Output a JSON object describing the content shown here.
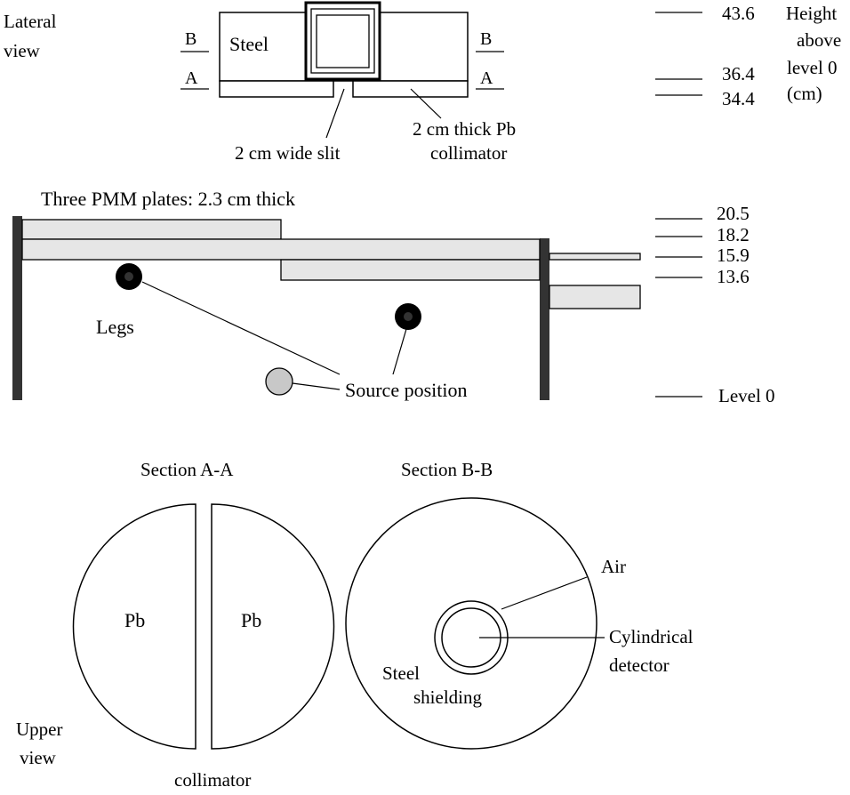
{
  "lateral_view": {
    "title_line1": "Lateral",
    "title_line2": "view",
    "steel_label": "Steel",
    "section_left_top": "B",
    "section_left_bottom": "A",
    "section_right_top": "B",
    "section_right_bottom": "A",
    "slit_label": "2 cm wide slit",
    "collimator_label_line1": "2 cm thick Pb",
    "collimator_label_line2": "collimator"
  },
  "height_scale": {
    "title_line1": "Height",
    "title_line2": "above",
    "title_line3": "level 0",
    "title_line4": "(cm)",
    "values": [
      "43.6",
      "36.4",
      "34.4",
      "20.5",
      "18.2",
      "15.9",
      "13.6"
    ],
    "level0": "Level 0"
  },
  "pmm": {
    "title": "Three PMM plates: 2.3 cm thick",
    "legs_label": "Legs",
    "source_label": "Source position"
  },
  "upper_view": {
    "section_aa": "Section A-A",
    "section_bb": "Section B-B",
    "pb_left": "Pb",
    "pb_right": "Pb",
    "air_label": "Air",
    "detector_line1": "Cylindrical",
    "detector_line2": "detector",
    "steel_line1": "Steel",
    "steel_line2": "shielding",
    "upper_line1": "Upper",
    "upper_line2": "view",
    "collimator_label": "collimator"
  },
  "colors": {
    "line": "#000000",
    "plate_fill": "#e6e6e6",
    "source_fill": "#c8c8c8",
    "post_fill": "#333333"
  }
}
